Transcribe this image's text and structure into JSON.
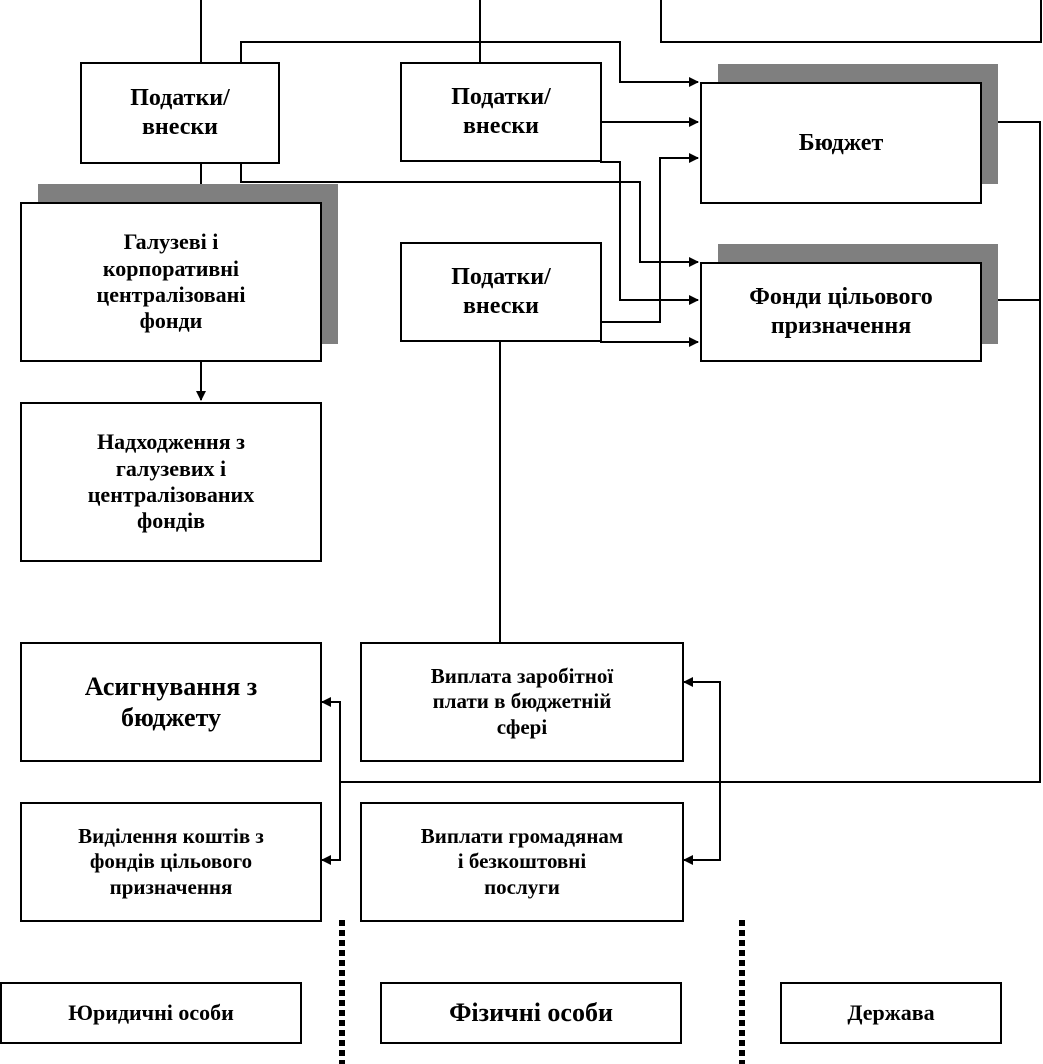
{
  "boxes": {
    "taxes_left": "Податки/\nвнески",
    "taxes_mid_top": "Податки/\nвнески",
    "taxes_mid_bottom": "Податки/\nвнески",
    "budget": "Бюджет",
    "target_funds": "Фонди цільового\nпризначення",
    "branch_funds": "Галузеві і\nкорпоративні\nцентралізовані\nфонди",
    "branch_receipts": "Надходження з\nгалузевих і\nцентралізованих\nфондів",
    "budget_allocations": "Асигнування з\nбюджету",
    "target_allocations": "Виділення коштів з\nфондів цільового\nпризначення",
    "salary_payment": "Виплата заробітної\nплати в бюджетній\nсфері",
    "citizen_payments": "Виплати громадянам\nі безкоштовні\nпослуги"
  },
  "legend": {
    "legal_entities": "Юридичні особи",
    "individuals": "Фізичні особи",
    "state": "Держава"
  }
}
